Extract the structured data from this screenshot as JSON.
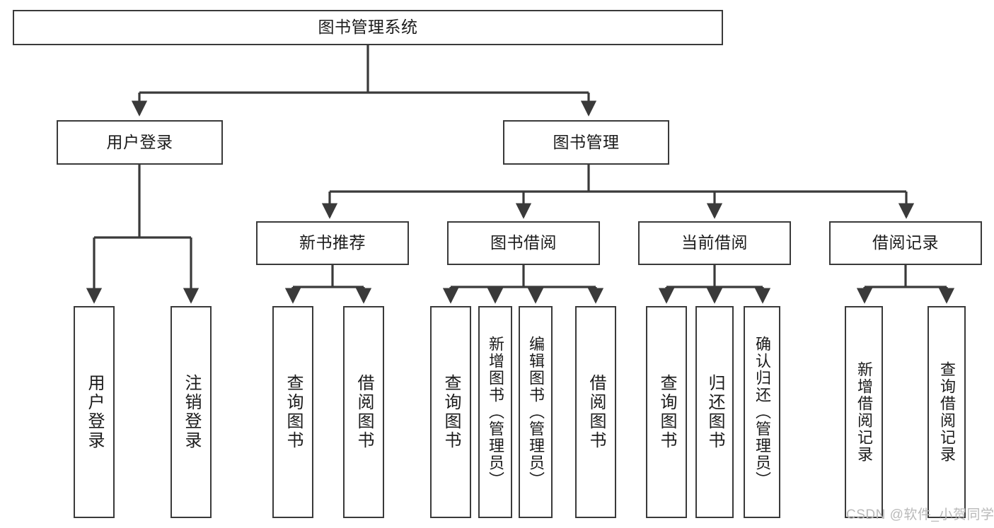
{
  "diagram": {
    "title": "图书管理系统",
    "type": "tree",
    "orientation": "top-down",
    "colors": {
      "box_border": "#3a3a3a",
      "box_fill": "#ffffff",
      "connector": "#3a3a3a",
      "text": "#1b1b1b",
      "watermark": "#b9b9b9"
    },
    "levels": {
      "root": {
        "label": "图书管理系统"
      },
      "level2": [
        {
          "id": "user-login",
          "label": "用户登录"
        },
        {
          "id": "book-manage",
          "label": "图书管理"
        }
      ],
      "level3": [
        {
          "id": "new-book-recommend",
          "label": "新书推荐"
        },
        {
          "id": "book-borrow",
          "label": "图书借阅"
        },
        {
          "id": "current-borrow",
          "label": "当前借阅"
        },
        {
          "id": "borrow-record",
          "label": "借阅记录"
        }
      ],
      "leaves": {
        "user-login": [
          {
            "id": "leaf-user-login",
            "label": "用户登录"
          },
          {
            "id": "leaf-logout-login",
            "label": "注销登录"
          }
        ],
        "new-book-recommend": [
          {
            "id": "leaf-query-book-1",
            "label": "查询图书"
          },
          {
            "id": "leaf-borrow-book-1",
            "label": "借阅图书"
          }
        ],
        "book-borrow": [
          {
            "id": "leaf-query-book-2",
            "label": "查询图书"
          },
          {
            "id": "leaf-add-book",
            "label": "新增图书（管理员）"
          },
          {
            "id": "leaf-edit-book",
            "label": "编辑图书（管理员）"
          },
          {
            "id": "leaf-borrow-book-2",
            "label": "借阅图书"
          }
        ],
        "current-borrow": [
          {
            "id": "leaf-query-book-3",
            "label": "查询图书"
          },
          {
            "id": "leaf-return-book",
            "label": "归还图书"
          },
          {
            "id": "leaf-confirm-return",
            "label": "确认归还（管理员）"
          }
        ],
        "borrow-record": [
          {
            "id": "leaf-add-record",
            "label": "新增借阅记录"
          },
          {
            "id": "leaf-query-record",
            "label": "查询借阅记录"
          }
        ]
      }
    }
  },
  "watermark": {
    "text": "CSDN @软件_小贺同学"
  }
}
